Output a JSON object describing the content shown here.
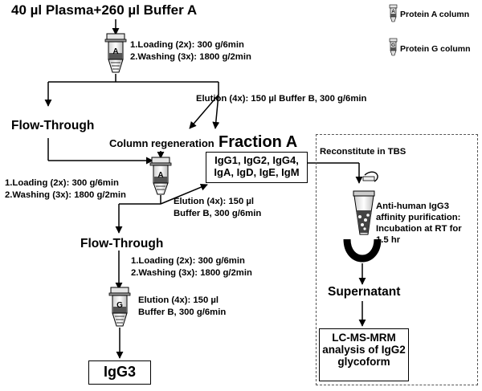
{
  "top": {
    "sample": "40 µl Plasma+260 µl Buffer A"
  },
  "legend": {
    "protein_a": "Protein A column",
    "protein_g": "Protein G column"
  },
  "columns": {
    "a_letter": "A",
    "g_letter": "G"
  },
  "step1": {
    "loading": "1.Loading (2x): 300 g/6min",
    "washing": "2.Washing (3x): 1800 g/2min"
  },
  "elution1": "Elution (4x): 150 µl Buffer B, 300 g/6min",
  "flow_through_1": "Flow-Through",
  "column_regeneration": "Column regeneration",
  "fraction_a": {
    "title": "Fraction A",
    "line1": "IgG1, IgG2, IgG4,",
    "line2": "IgA, IgD, IgE, IgM"
  },
  "step2": {
    "loading": "1.Loading (2x): 300 g/6min",
    "washing": "2.Washing (3x): 1800 g/2min"
  },
  "elution2": {
    "line1": "Elution (4x): 150 µl",
    "line2": "Buffer B, 300 g/6min"
  },
  "flow_through_2": "Flow-Through",
  "step3": {
    "loading": "1.Loading (2x): 300 g/6min",
    "washing": "2.Washing (3x): 1800 g/2min"
  },
  "elution3": {
    "line1": "Elution (4x): 150 µl",
    "line2": "Buffer B, 300 g/6min"
  },
  "igg3": "IgG3",
  "right_panel": {
    "reconstitute": "Reconstitute in TBS",
    "affinity": {
      "line1": "Anti-human IgG3",
      "line2": "affinity purification:",
      "line3": "Incubation at RT for",
      "line4": "1.5 hr"
    },
    "supernatant": "Supernatant",
    "lcms": {
      "line1": "LC-MS-MRM",
      "line2": "analysis of IgG2",
      "line3": "glycoform"
    }
  }
}
